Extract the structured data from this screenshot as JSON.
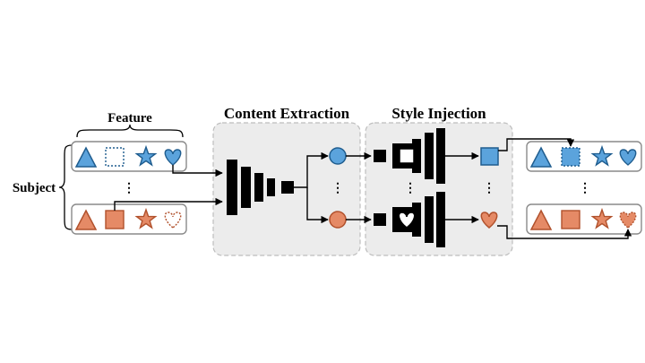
{
  "labels": {
    "feature": "Feature",
    "subject": "Subject",
    "content_extraction": "Content Extraction",
    "style_injection": "Style Injection",
    "ellipsis": "⋮"
  },
  "colors": {
    "blue_fill": "#5ba3dc",
    "blue_stroke": "#1f5d8f",
    "orange_fill": "#e58a66",
    "orange_stroke": "#b1512c",
    "panel_fill": "#ececec",
    "panel_stroke": "#bdbdbd",
    "row_stroke": "#8a8a8a",
    "block": "#000000"
  },
  "inputs": {
    "top_row": [
      "triangle-icon",
      "dotted-square-icon",
      "star-icon",
      "heart-icon"
    ],
    "bottom_row": [
      "triangle-icon",
      "square-icon",
      "star-icon",
      "dotted-heart-icon"
    ]
  },
  "outputs": {
    "top_row": [
      "triangle-icon",
      "dotted-square-icon",
      "star-icon",
      "heart-icon"
    ],
    "bottom_row": [
      "triangle-icon",
      "square-icon",
      "star-icon",
      "dotted-heart-icon"
    ]
  },
  "content_nodes": [
    "circle-icon",
    "circle-icon"
  ],
  "style_nodes": [
    "square-icon",
    "heart-icon"
  ]
}
